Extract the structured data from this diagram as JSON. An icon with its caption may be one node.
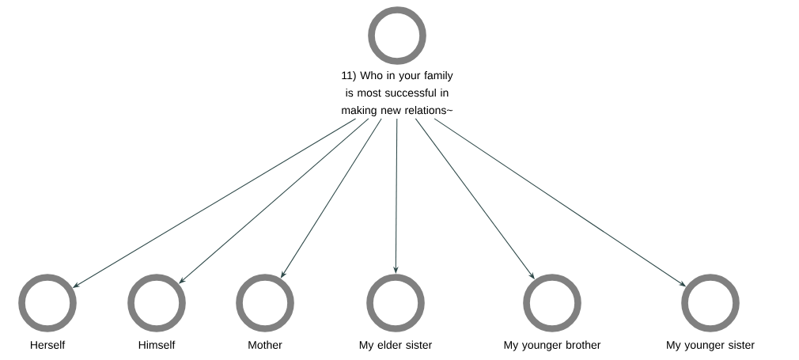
{
  "diagram": {
    "nodes": [
      {
        "text": [
          "11) Who in your family is most successful in making new relations~"
        ]
      },
      {
        "text": [
          "Herself"
        ]
      },
      {
        "text": [
          "Himself"
        ]
      },
      {
        "text": [
          "Mother"
        ]
      },
      {
        "text": [
          "My elder sister"
        ]
      },
      {
        "text": [
          "My younger brother"
        ]
      },
      {
        "text": [
          "My younger sister"
        ]
      }
    ],
    "edges": [
      {
        "from": 0,
        "to": 1,
        "arrow": "to"
      },
      {
        "from": 0,
        "to": 2,
        "arrow": "to"
      },
      {
        "from": 0,
        "to": 3,
        "arrow": "to"
      },
      {
        "from": 0,
        "to": 4,
        "arrow": "to"
      },
      {
        "from": 0,
        "to": 5,
        "arrow": "to"
      },
      {
        "from": 0,
        "to": 6,
        "arrow": "to"
      }
    ]
  }
}
